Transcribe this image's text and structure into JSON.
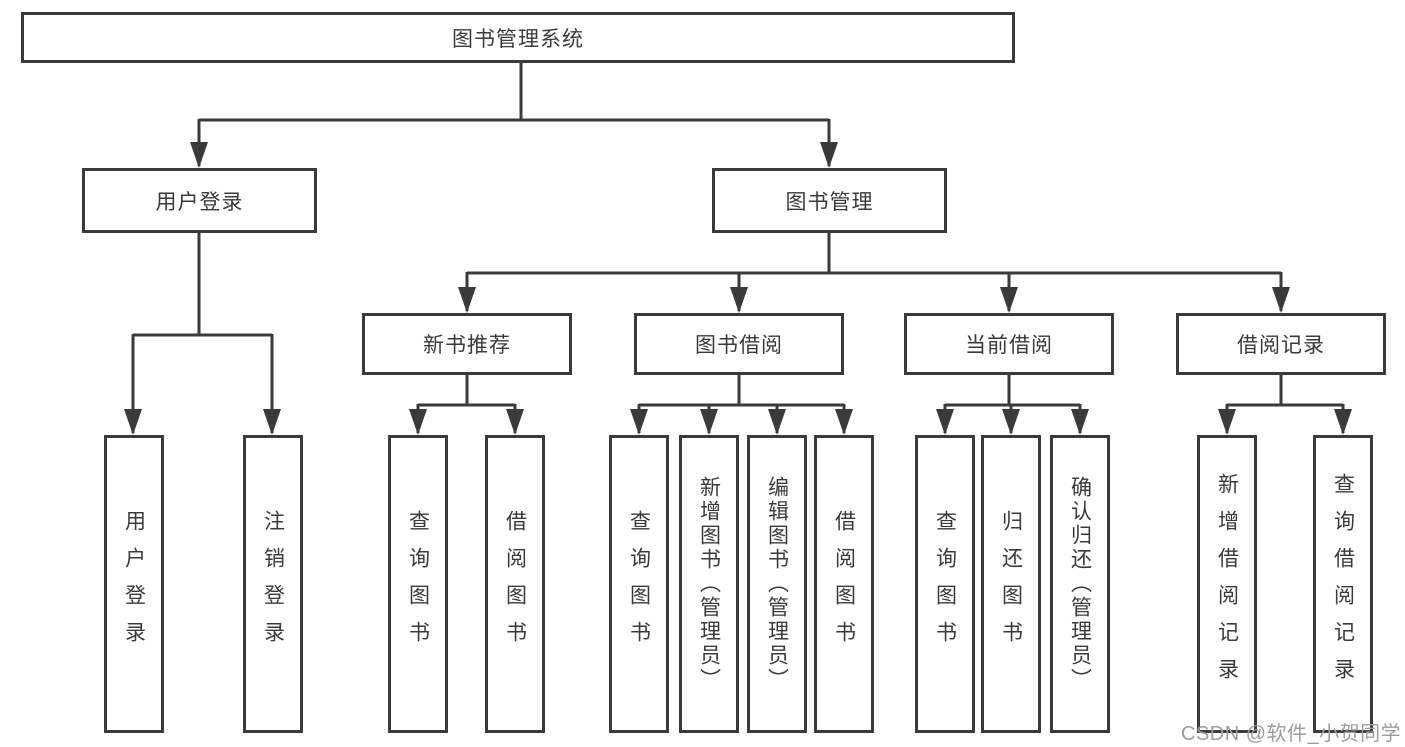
{
  "diagram": {
    "root": {
      "label": "图书管理系统"
    },
    "level1": [
      {
        "label": "用户登录"
      },
      {
        "label": "图书管理"
      }
    ],
    "level2": [
      {
        "label": "新书推荐"
      },
      {
        "label": "图书借阅"
      },
      {
        "label": "当前借阅"
      },
      {
        "label": "借阅记录"
      }
    ],
    "leaves": [
      {
        "label": "用户登录"
      },
      {
        "label": "注销登录"
      },
      {
        "label": "查询图书"
      },
      {
        "label": "借阅图书"
      },
      {
        "label": "查询图书"
      },
      {
        "label": "新增图书（管理员）"
      },
      {
        "label": "编辑图书（管理员）"
      },
      {
        "label": "借阅图书"
      },
      {
        "label": "查询图书"
      },
      {
        "label": "归还图书"
      },
      {
        "label": "确认归还（管理员）"
      },
      {
        "label": "新增借阅记录"
      },
      {
        "label": "查询借阅记录"
      }
    ]
  },
  "watermark": "CSDN @软件_小贺同学",
  "colors": {
    "line": "#3a3a3a",
    "text": "#3a3a3a",
    "watermark": "#9c9ca2",
    "background": "#ffffff"
  }
}
